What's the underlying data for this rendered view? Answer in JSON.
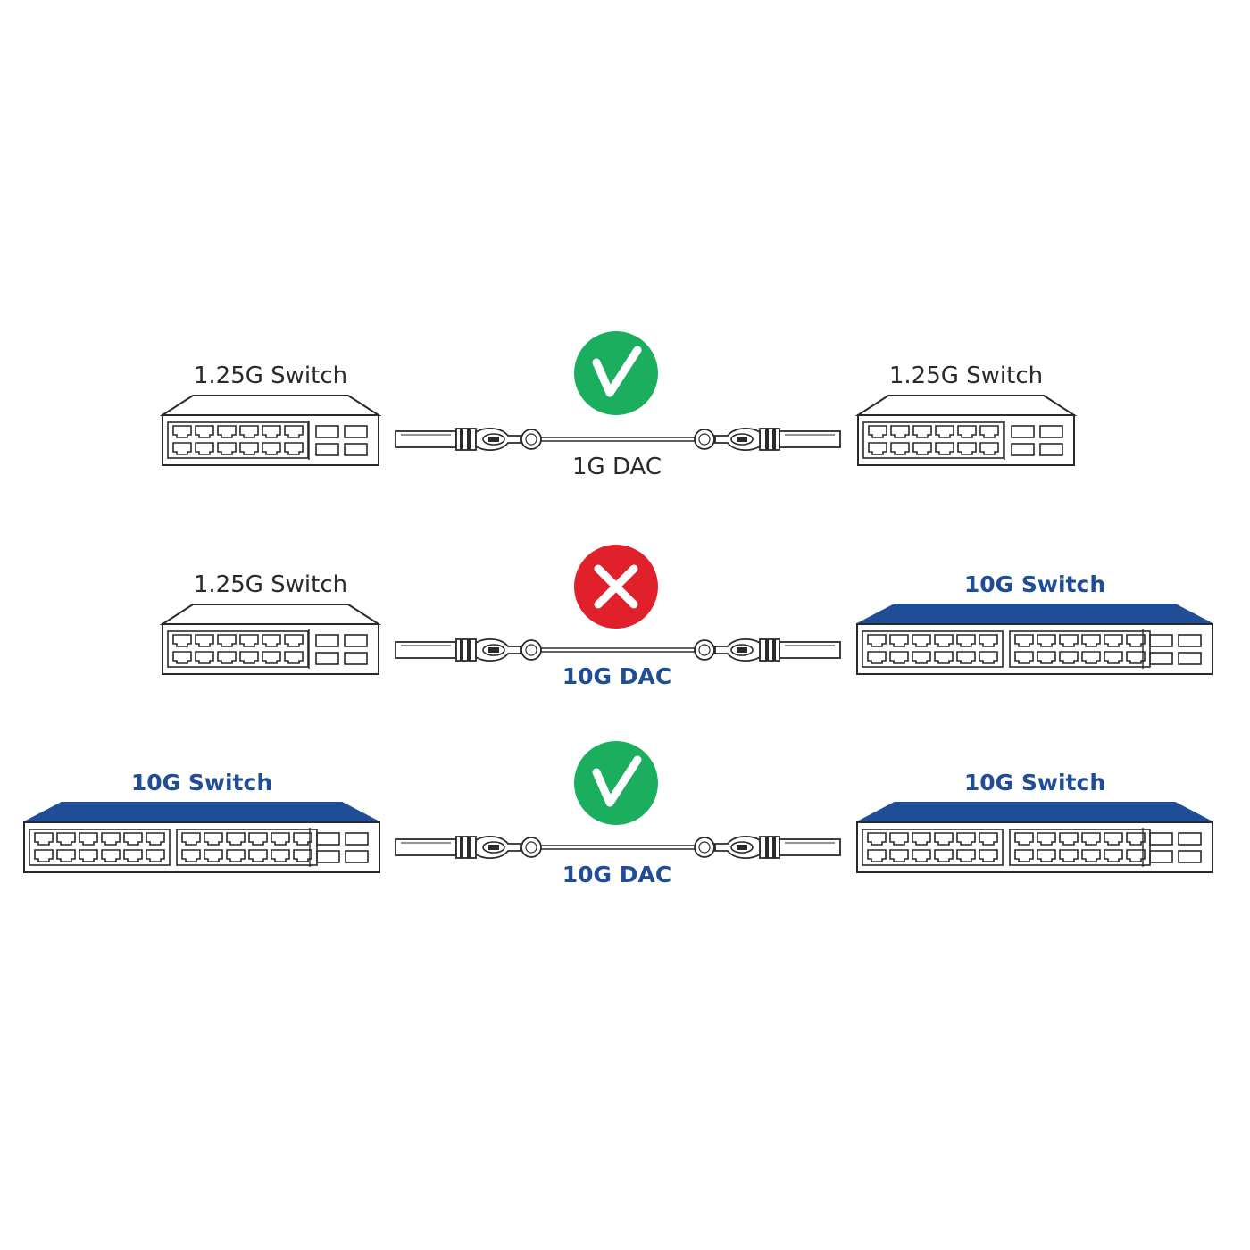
{
  "colors": {
    "background": "#ffffff",
    "line": "#2a2a2a",
    "accent_blue": "#1f4e96",
    "ok_green": "#1aae5e",
    "fail_red": "#e0202a"
  },
  "rows": [
    {
      "status": "compatible",
      "status_icon": "check-icon",
      "left": {
        "label": "1.25G Switch",
        "type": "1.25g"
      },
      "cable": {
        "label": "1G DAC",
        "type": "1g"
      },
      "right": {
        "label": "1.25G Switch",
        "type": "1.25g"
      }
    },
    {
      "status": "incompatible",
      "status_icon": "cross-icon",
      "left": {
        "label": "1.25G Switch",
        "type": "1.25g"
      },
      "cable": {
        "label": "10G DAC",
        "type": "10g"
      },
      "right": {
        "label": "10G Switch",
        "type": "10g"
      }
    },
    {
      "status": "compatible",
      "status_icon": "check-icon",
      "left": {
        "label": "10G Switch",
        "type": "10g"
      },
      "cable": {
        "label": "10G DAC",
        "type": "10g"
      },
      "right": {
        "label": "10G Switch",
        "type": "10g"
      }
    }
  ]
}
